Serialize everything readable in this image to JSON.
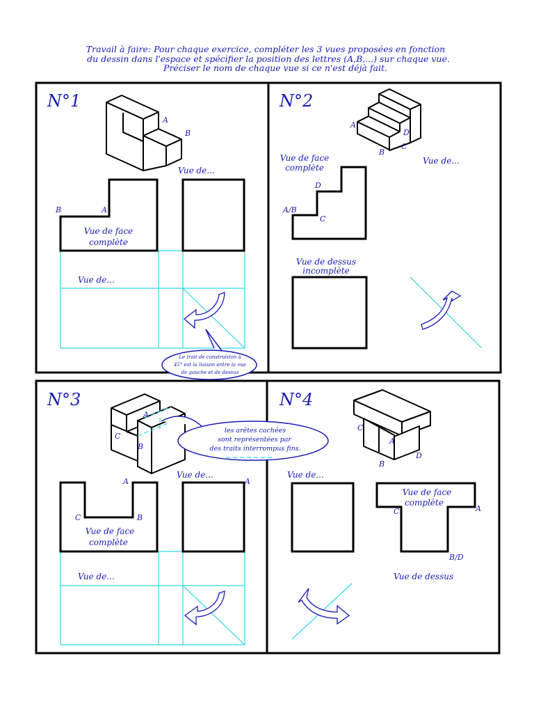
{
  "instructions": {
    "line1": "Travail à faire: Pour chaque exercice, compléter les 3 vues proposées en fonction",
    "line2": "du dessin dans l'espace et spécifier la position des lettres (A,B,...) sur chaque vue.",
    "line3": "Préciser le nom de chaque vue si ce n'est déjà fait."
  },
  "exercises": [
    {
      "number": "N°1",
      "labels": {
        "vue_de_top": "Vue de...",
        "face_line1": "Vue de face",
        "face_line2": "complète",
        "vue_de_bottom": "Vue de..."
      },
      "letters": {
        "iso_a": "A",
        "iso_b": "B",
        "face_b": "B",
        "face_a": "A"
      },
      "note": {
        "line1": "Le trait de construtiton à",
        "line2": "45° est la liaison entre la vue",
        "line3": "de gauche et de dessus"
      }
    },
    {
      "number": "N°2",
      "labels": {
        "face_line1": "Vue de face",
        "face_line2": "complète",
        "vue_de_right": "Vue de...",
        "dessus_line1": "Vue de dessus",
        "dessus_line2": "incomplète"
      },
      "letters": {
        "iso_a": "A",
        "iso_b": "B",
        "iso_c": "C",
        "iso_d": "D",
        "face_d": "D",
        "face_ab": "A/B",
        "face_c": "C"
      }
    },
    {
      "number": "N°3",
      "labels": {
        "vue_de_top": "Vue de...",
        "face_line1": "Vue de face",
        "face_line2": "complète",
        "vue_de_bottom": "Vue de..."
      },
      "letters": {
        "iso_a": "A",
        "iso_c": "C",
        "iso_b": "B",
        "face_a": "A",
        "face_c": "C",
        "face_b": "B",
        "side_a": "A"
      },
      "note": {
        "line1": "les arêtes cachées",
        "line2": "sont représentées par",
        "line3": "des traits interrompus fins."
      }
    },
    {
      "number": "N°4",
      "labels": {
        "vue_de": "Vue de...",
        "face_line1": "Vue de face",
        "face_line2": "complète",
        "dessus": "Vue de dessus"
      },
      "letters": {
        "iso_c": "C",
        "iso_a": "A",
        "iso_b": "B",
        "iso_d": "D",
        "face_c": "C",
        "face_a": "A",
        "face_bd": "B/D"
      }
    }
  ],
  "colors": {
    "text": "#1a1ab4",
    "construction": "#2fd6e6",
    "lines": "#000000"
  }
}
